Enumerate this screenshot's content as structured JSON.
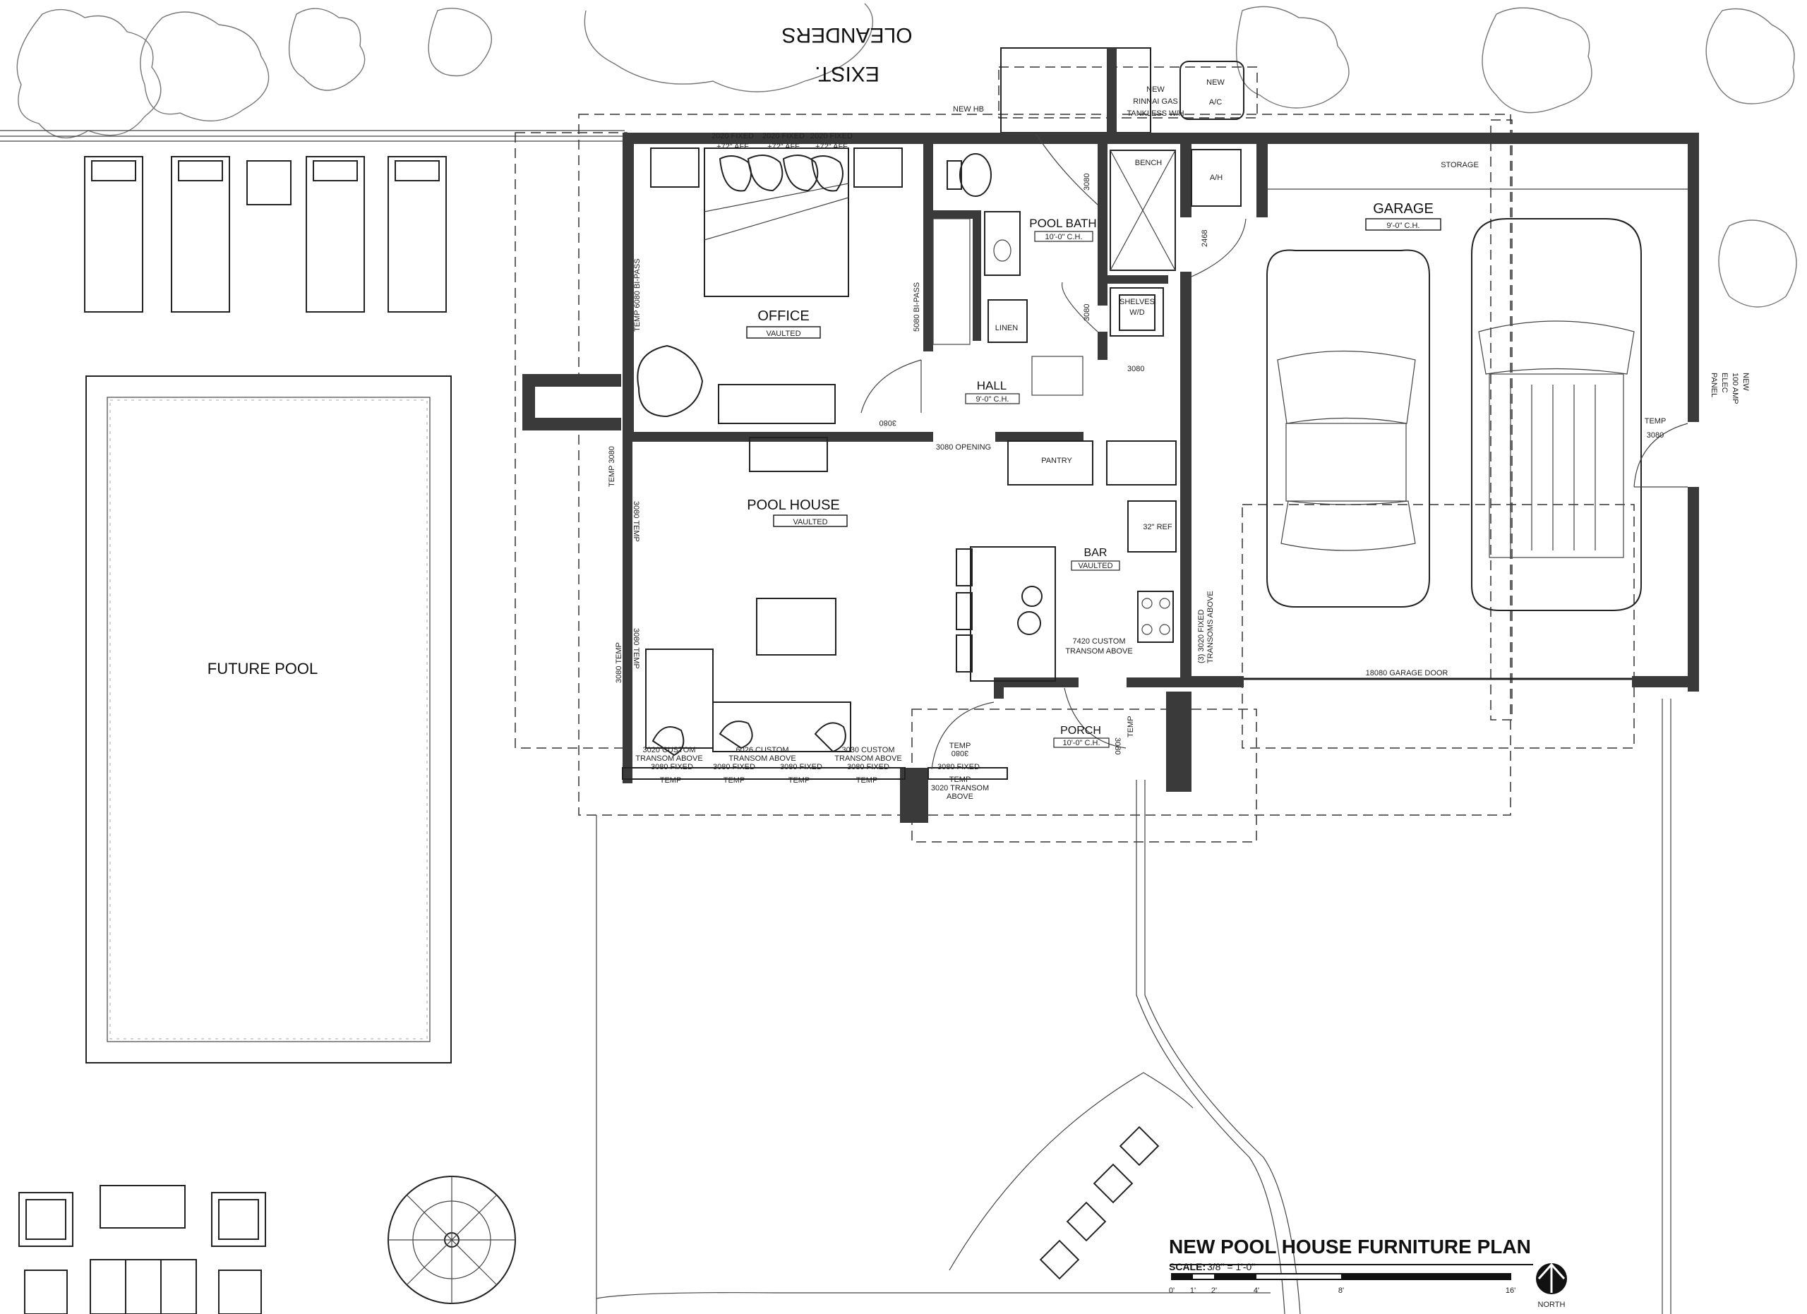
{
  "title": "NEW POOL HOUSE FURNITURE PLAN",
  "scale": {
    "label": "SCALE:",
    "value": "3/8\" = 1'-0\"",
    "ticks": [
      "0'",
      "1'",
      "2'",
      "4'",
      "8'",
      "16'"
    ],
    "north_label": "NORTH"
  },
  "site": {
    "oleanders": [
      "EXIST.",
      "OLEANDERS"
    ],
    "future_pool": "FUTURE POOL",
    "water_heater": [
      "NEW",
      "RINNAI GAS",
      "TANKLESS W/H"
    ],
    "ac": [
      "NEW",
      "A/C"
    ],
    "new_hb": "NEW HB",
    "elec_panel": [
      "NEW",
      "100 AMP",
      "ELEC",
      "PANEL"
    ]
  },
  "rooms": {
    "office": {
      "name": "OFFICE",
      "ceiling": "VAULTED"
    },
    "pool_bath": {
      "name": "POOL BATH",
      "ceiling": "10'-0\" C.H."
    },
    "hall": {
      "name": "HALL",
      "ceiling": "9'-0\" C.H."
    },
    "pool_house": {
      "name": "POOL HOUSE",
      "ceiling": "VAULTED"
    },
    "bar": {
      "name": "BAR",
      "ceiling": "VAULTED"
    },
    "porch": {
      "name": "PORCH",
      "ceiling": "10'-0\" C.H."
    },
    "garage": {
      "name": "GARAGE",
      "ceiling": "9'-0\" C.H."
    }
  },
  "labels": {
    "storage": "STORAGE",
    "bench": "BENCH",
    "ah": "A/H",
    "linen": "LINEN",
    "shelves": [
      "SHELVES",
      "W/D"
    ],
    "pantry": "PANTRY",
    "ref": "32\" REF",
    "opening": "3080 OPENING",
    "bipass": "5080 BI-PASS",
    "office_windows": [
      "2020 FIXED",
      "2020 FIXED",
      "2020 FIXED"
    ],
    "office_window_heights": [
      "+72\" AFF",
      "+72\" AFF",
      "+72\" AFF"
    ],
    "temp_bipass": "TEMP 6080 BI-PASS",
    "garage_door": "18080 GARAGE DOOR",
    "garage_side_door": [
      "TEMP",
      "3080"
    ],
    "custom_transom": [
      "7420 CUSTOM",
      "TRANSOM ABOVE"
    ],
    "fixed_transoms": [
      "(3) 3020 FIXED",
      "TRANSOMS ABOVE"
    ],
    "door_3080": "3080",
    "door_2468": "2468",
    "south_windows": [
      [
        "3020 CUSTOM",
        "TRANSOM ABOVE",
        "3080 FIXED"
      ],
      [
        "6026 CUSTOM",
        "TRANSOM ABOVE",
        "3080 FIXED"
      ],
      [
        "3030 CUSTOM",
        "TRANSOM ABOVE",
        "3080 FIXED"
      ]
    ],
    "temp": "TEMP",
    "porch_door": [
      "TEMP",
      "3080"
    ],
    "porch_fixed": "3080 FIXED",
    "porch_transom": [
      "TEMP",
      "3020 TRANSOM",
      "ABOVE"
    ],
    "west_doors": [
      "TEMP 3080",
      "3080 TEMP",
      "3080 TEMP",
      "3080 TEMP"
    ]
  }
}
